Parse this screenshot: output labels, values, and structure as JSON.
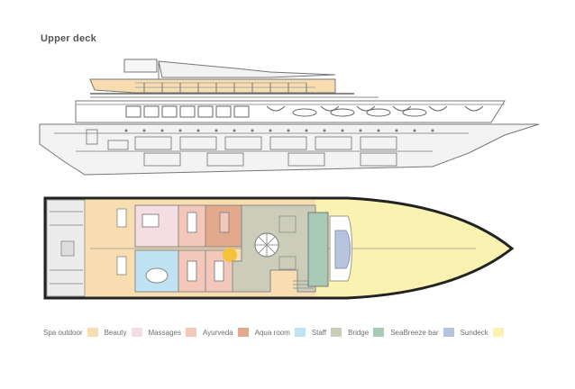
{
  "title": "Upper deck",
  "legend": [
    {
      "label": "Spa outdoor",
      "color": "#f8ddb0"
    },
    {
      "label": "Beauty",
      "color": "#f5dde4"
    },
    {
      "label": "Massages",
      "color": "#f4c7bb"
    },
    {
      "label": "Ayurveda",
      "color": "#e2a98c"
    },
    {
      "label": "Aqua room",
      "color": "#bfe3f3"
    },
    {
      "label": "Staff",
      "color": "#cccdb9"
    },
    {
      "label": "Bridge",
      "color": "#a9c9b7"
    },
    {
      "label": "SeaBreeze bar",
      "color": "#b8c3df"
    },
    {
      "label": "Sundeck",
      "color": "#f9f2b0"
    }
  ]
}
